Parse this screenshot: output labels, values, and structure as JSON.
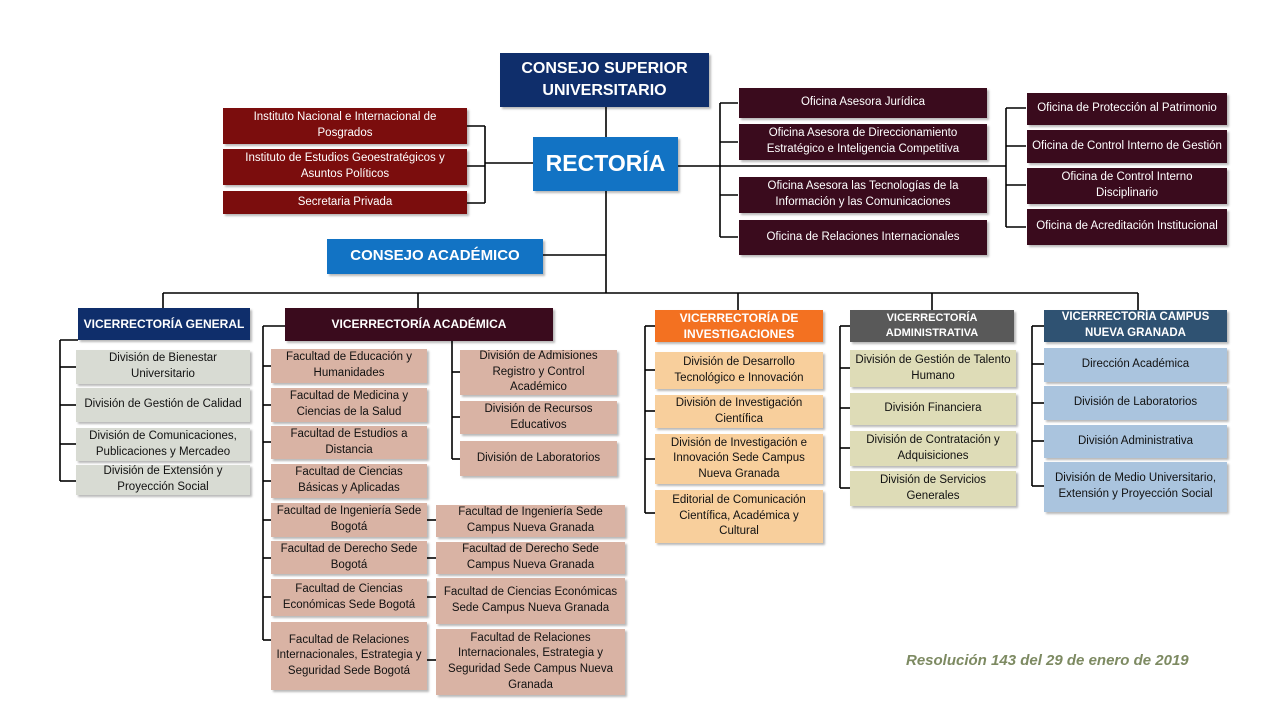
{
  "top": {
    "consejo_superior": "CONSEJO SUPERIOR UNIVERSITARIO",
    "rectoria": "RECTORÍA",
    "consejo_academico": "CONSEJO ACADÉMICO"
  },
  "left_units": [
    "Instituto Nacional e Internacional de Posgrados",
    "Instituto de Estudios Geoestratégicos y Asuntos Políticos",
    "Secretaria Privada"
  ],
  "mid_offices": [
    "Oficina Asesora Jurídica",
    "Oficina Asesora de Direccionamiento Estratégico e Inteligencia Competitiva",
    "Oficina Asesora las Tecnologías de la Información y las Comunicaciones",
    "Oficina de Relaciones Internacionales"
  ],
  "right_offices": [
    "Oficina de Protección al Patrimonio",
    "Oficina de Control Interno de Gestión",
    "Oficina de Control Interno Disciplinario",
    "Oficina de Acreditación Institucional"
  ],
  "vice_general": {
    "title": "VICERRECTORÍA GENERAL",
    "items": [
      "División de Bienestar Universitario",
      "División de Gestión de Calidad",
      "División de Comunicaciones, Publicaciones y Mercadeo",
      "División de Extensión y Proyección Social"
    ]
  },
  "vice_academica": {
    "title": "VICERRECTORÍA ACADÉMICA",
    "faculties": [
      "Facultad de Educación y Humanidades",
      "Facultad de Medicina y Ciencias de la Salud",
      "Facultad de Estudios a Distancia",
      "Facultad de Ciencias Básicas y Aplicadas",
      "Facultad de Ingeniería Sede Bogotá",
      "Facultad de Derecho Sede Bogotá",
      "Facultad de Ciencias Económicas Sede Bogotá",
      "Facultad de Relaciones Internacionales, Estrategia y Seguridad Sede Bogotá"
    ],
    "divisions": [
      "División de Admisiones Registro y Control Académico",
      "División de Recursos Educativos",
      "División de Laboratorios"
    ],
    "campus_faculties": [
      "Facultad de Ingeniería Sede Campus Nueva Granada",
      "Facultad de Derecho Sede Campus Nueva Granada",
      "Facultad de Ciencias Económicas Sede Campus Nueva Granada",
      "Facultad de Relaciones Internacionales, Estrategia y Seguridad Sede Campus Nueva Granada"
    ]
  },
  "vice_investigaciones": {
    "title": "VICERRECTORÍA DE INVESTIGACIONES",
    "items": [
      "División de Desarrollo Tecnológico e Innovación",
      "División de Investigación Científica",
      "División de Investigación e Innovación Sede Campus Nueva Granada",
      "Editorial de Comunicación Científica, Académica y Cultural"
    ]
  },
  "vice_administrativa": {
    "title": "VICERRECTORÍA ADMINISTRATIVA",
    "items": [
      "División de Gestión de Talento Humano",
      "División Financiera",
      "División de Contratación y Adquisiciones",
      "División de Servicios Generales"
    ]
  },
  "vice_campus": {
    "title": "VICERRECTORÍA CAMPUS NUEVA GRANADA",
    "items": [
      "Dirección Académica",
      "División de Laboratorios",
      "División Administrativa",
      "División de Medio Universitario, Extensión y Proyección Social"
    ]
  },
  "footer_note": "Resolución 143 del 29 de enero de 2019"
}
